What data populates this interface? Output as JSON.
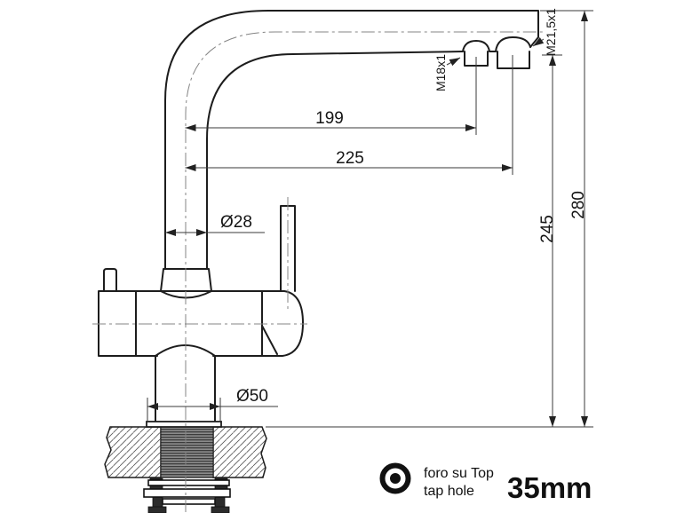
{
  "drawing": {
    "dims": {
      "spout_reach_aerator": "199",
      "spout_reach_outlet": "225",
      "spout_diameter": "Ø28",
      "base_diameter": "Ø50",
      "height_to_aerator": "245",
      "height_total": "280",
      "thread_aerator": "M18x1",
      "thread_outlet": "M21,5x1"
    },
    "note": {
      "label_it": "foro su Top",
      "label_en": "tap hole",
      "hole_size": "35mm",
      "icon": "tap-hole-icon"
    },
    "colors": {
      "line": "#1d1d1d",
      "dim_line": "#3a3a3a",
      "centerline": "#848484",
      "background": "#ffffff",
      "thread_dark": "#3c3c3c",
      "thread_light": "#8a8a8a",
      "hatch": "#555555"
    }
  }
}
